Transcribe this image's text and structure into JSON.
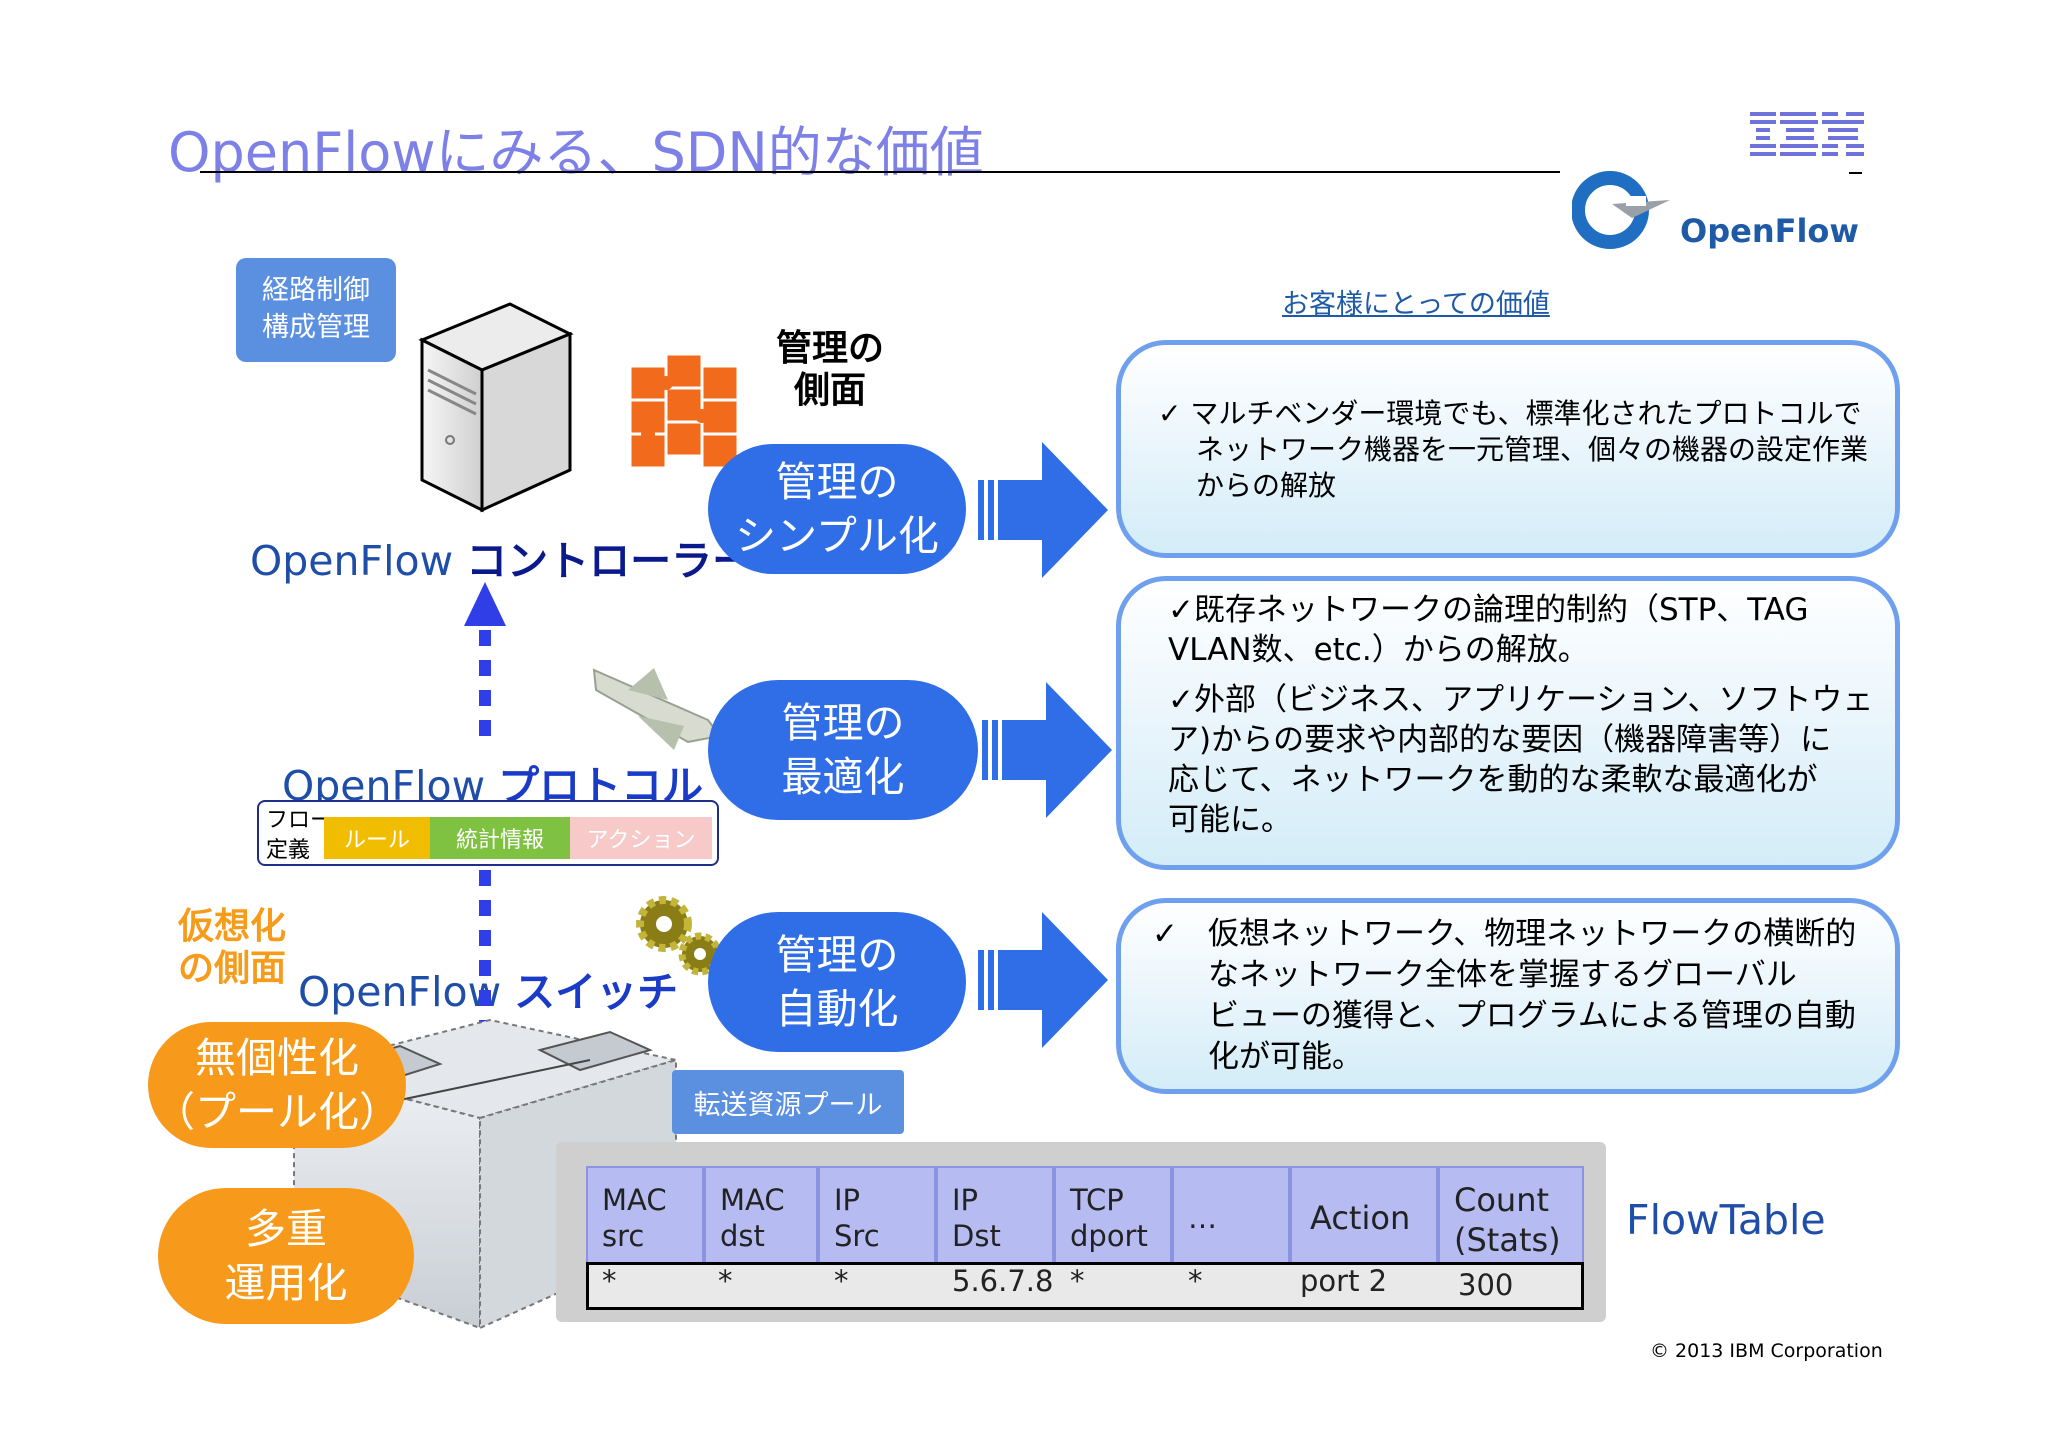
{
  "title": "OpenFlowにみる、SDN的な価値",
  "ibm": "IBM",
  "openflow_logo_text": "OpenFlow",
  "customer_value_heading": "お客様にとっての価値",
  "route_box": [
    "経路制御",
    "構成管理"
  ],
  "kanri_side": [
    "管理の",
    "側面"
  ],
  "controller_label": {
    "prefix": "OpenFlow ",
    "bold": "コントローラー"
  },
  "protocol_label": {
    "prefix": "OpenFlow ",
    "bold": "プロトコル"
  },
  "switch_label": {
    "prefix": "OpenFlow ",
    "bold": "スイッチ"
  },
  "ovals": [
    [
      "管理の",
      "シンプル化"
    ],
    [
      "管理の",
      "最適化"
    ],
    [
      "管理の",
      "自動化"
    ]
  ],
  "value_boxes": {
    "box1": [
      "✓ マルチベンダー環境でも、標準化されたプロトコルで",
      "ネットワーク機器を一元管理、個々の機器の設定作業",
      "からの解放"
    ],
    "box2": [
      "✓既存ネットワークの論理的制約（STP、TAG",
      "VLAN数、etc.）からの解放。",
      "✓外部（ビジネス、アプリケーション、ソフトウェ",
      "ア)からの要求や内部的な要因（機器障害等）に",
      "応じて、ネットワークを動的な柔軟な最適化が",
      "可能に。"
    ],
    "box3_check": "✓",
    "box3": [
      "仮想ネットワーク、物理ネットワークの横断的",
      "なネットワーク全体を掌握するグローバル",
      "ビューの獲得と、プログラムによる管理の自動",
      "化が可能。"
    ]
  },
  "flow_def": {
    "label": [
      "フロー",
      "定義"
    ],
    "rule": "ルール",
    "stats": "統計情報",
    "action": "アクション"
  },
  "virt_side": [
    "仮想化",
    "の側面"
  ],
  "orange_ovals": [
    [
      "無個性化",
      "（プール化）"
    ],
    [
      "多重",
      "運用化"
    ]
  ],
  "pool_box": "転送資源プール",
  "flow_table": {
    "headers": [
      [
        "MAC",
        "src"
      ],
      [
        "MAC",
        "dst"
      ],
      [
        "IP",
        "Src"
      ],
      [
        "IP",
        "Dst"
      ],
      [
        "TCP",
        "dport"
      ],
      [
        "…"
      ],
      [
        "Action"
      ],
      [
        "Count",
        "(Stats)"
      ]
    ],
    "row": [
      "*",
      "*",
      "*",
      "5.6.7.8",
      "*",
      "*",
      "port 2",
      "300"
    ]
  },
  "flowtable_label": "FlowTable",
  "copyright": "© 2013 IBM Corporation",
  "colors": {
    "title": "#7d80e6",
    "blue_oval": "#2f6ee6",
    "orange": "#f79a1b",
    "rule_yellow": "#f0bd00",
    "stats_green": "#7fc241",
    "action_pink": "#f7c9c9",
    "table_header": "#b6bcf2"
  }
}
